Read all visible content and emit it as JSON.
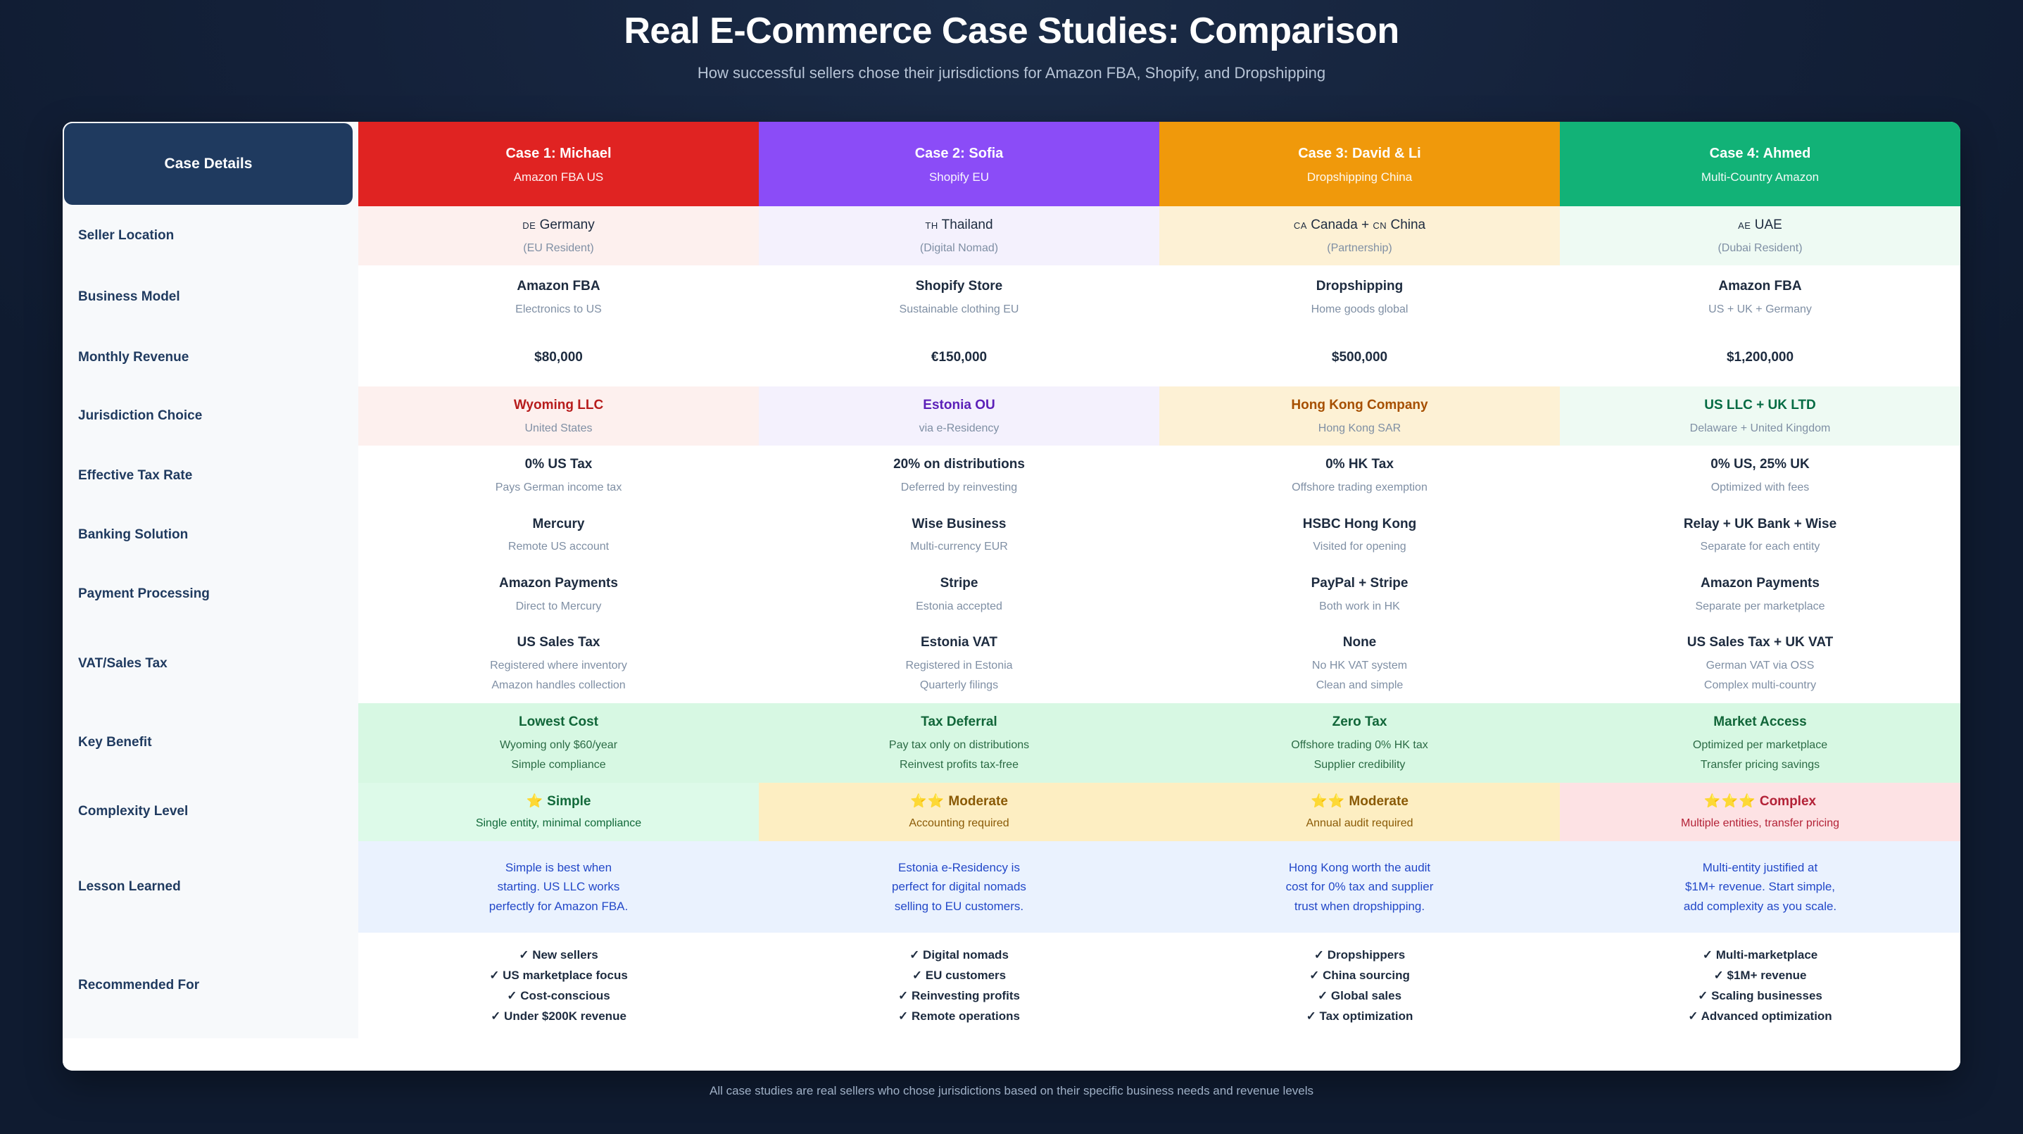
{
  "header": {
    "title": "Real E-Commerce Case Studies: Comparison",
    "subtitle": "How successful sellers chose their jurisdictions for Amazon FBA, Shopify, and Dropshipping"
  },
  "footer": {
    "note": "All case studies are real sellers who chose jurisdictions based on their specific business needs and revenue levels"
  },
  "table": {
    "corner_label": "Case Details",
    "columns": [
      {
        "name": "Case 1: Michael",
        "subtitle": "Amazon FBA US",
        "color": "#e02322"
      },
      {
        "name": "Case 2: Sofia",
        "subtitle": "Shopify EU",
        "color": "#8b4cf7"
      },
      {
        "name": "Case 3: David & Li",
        "subtitle": "Dropshipping China",
        "color": "#f0990b"
      },
      {
        "name": "Case 4: Ahmed",
        "subtitle": "Multi-Country Amazon",
        "color": "#12b277"
      }
    ],
    "tints": [
      "#fdf0ee",
      "#f4f1fd",
      "#fdf1d5",
      "#eefaf3"
    ],
    "rows": [
      {
        "label": "Seller Location",
        "tinted": true,
        "cells": [
          {
            "main": "DE Germany",
            "sub": "(EU Resident)"
          },
          {
            "main": "TH Thailand",
            "sub": "(Digital Nomad)"
          },
          {
            "main": "CA Canada + CN China",
            "sub": "(Partnership)"
          },
          {
            "main": "AE UAE",
            "sub": "(Dubai Resident)"
          }
        ]
      },
      {
        "label": "Business Model",
        "tinted": false,
        "cells": [
          {
            "main": "Amazon FBA",
            "sub": "Electronics to US"
          },
          {
            "main": "Shopify Store",
            "sub": "Sustainable clothing EU"
          },
          {
            "main": "Dropshipping",
            "sub": "Home goods global"
          },
          {
            "main": "Amazon FBA",
            "sub": "US + UK + Germany"
          }
        ]
      },
      {
        "label": "Monthly Revenue",
        "tinted": false,
        "cells": [
          {
            "main": "$80,000",
            "sub": ""
          },
          {
            "main": "€150,000",
            "sub": ""
          },
          {
            "main": "$500,000",
            "sub": ""
          },
          {
            "main": "$1,200,000",
            "sub": ""
          }
        ]
      },
      {
        "label": "Jurisdiction Choice",
        "tinted": true,
        "cells": [
          {
            "main": "Wyoming LLC",
            "sub": "United States",
            "color": "#b71c1c"
          },
          {
            "main": "Estonia OU",
            "sub": "via e-Residency",
            "color": "#5b1fb8"
          },
          {
            "main": "Hong Kong Company",
            "sub": "Hong Kong SAR",
            "color": "#a64f00"
          },
          {
            "main": "US LLC + UK LTD",
            "sub": "Delaware + United Kingdom",
            "color": "#046b43"
          }
        ]
      },
      {
        "label": "Effective Tax Rate",
        "tinted": false,
        "cells": [
          {
            "main": "0% US Tax",
            "sub": "Pays German income tax"
          },
          {
            "main": "20% on distributions",
            "sub": "Deferred by reinvesting"
          },
          {
            "main": "0% HK Tax",
            "sub": "Offshore trading exemption"
          },
          {
            "main": "0% US, 25% UK",
            "sub": "Optimized with fees"
          }
        ]
      },
      {
        "label": "Banking Solution",
        "tinted": false,
        "cells": [
          {
            "main": "Mercury",
            "sub": "Remote US account"
          },
          {
            "main": "Wise Business",
            "sub": "Multi-currency EUR"
          },
          {
            "main": "HSBC Hong Kong",
            "sub": "Visited for opening"
          },
          {
            "main": "Relay + UK Bank + Wise",
            "sub": "Separate for each entity"
          }
        ]
      },
      {
        "label": "Payment Processing",
        "tinted": false,
        "cells": [
          {
            "main": "Amazon Payments",
            "sub": "Direct to Mercury"
          },
          {
            "main": "Stripe",
            "sub": "Estonia accepted"
          },
          {
            "main": "PayPal + Stripe",
            "sub": "Both work in HK"
          },
          {
            "main": "Amazon Payments",
            "sub": "Separate per marketplace"
          }
        ]
      },
      {
        "label": "VAT/Sales Tax",
        "tinted": false,
        "cells": [
          {
            "main": "US Sales Tax",
            "sub": "Registered where inventory",
            "sub2": "Amazon handles collection"
          },
          {
            "main": "Estonia VAT",
            "sub": "Registered in Estonia",
            "sub2": "Quarterly filings"
          },
          {
            "main": "None",
            "sub": "No HK VAT system",
            "sub2": "Clean and simple"
          },
          {
            "main": "US Sales Tax + UK VAT",
            "sub": "German VAT via OSS",
            "sub2": "Complex multi-country"
          }
        ]
      },
      {
        "label": "Key Benefit",
        "kind": "key-benefit",
        "bg": "#d7f8e3",
        "cells": [
          {
            "main": "Lowest Cost",
            "sub": "Wyoming only $60/year",
            "sub2": "Simple compliance"
          },
          {
            "main": "Tax Deferral",
            "sub": "Pay tax only on distributions",
            "sub2": "Reinvest profits tax-free"
          },
          {
            "main": "Zero Tax",
            "sub": "Offshore trading 0% HK tax",
            "sub2": "Supplier credibility"
          },
          {
            "main": "Market Access",
            "sub": "Optimized per marketplace",
            "sub2": "Transfer pricing savings"
          }
        ]
      },
      {
        "label": "Complexity Level",
        "kind": "complexity",
        "cells": [
          {
            "stars": "⭐",
            "main": "Simple",
            "sub": "Single entity, minimal compliance",
            "bg": "#ddfae9",
            "color": "#12693a"
          },
          {
            "stars": "⭐⭐",
            "main": "Moderate",
            "sub": "Accounting required",
            "bg": "#fdeec2",
            "color": "#8a5a06"
          },
          {
            "stars": "⭐⭐",
            "main": "Moderate",
            "sub": "Annual audit required",
            "bg": "#fdeec2",
            "color": "#8a5a06"
          },
          {
            "stars": "⭐⭐⭐",
            "main": "Complex",
            "sub": "Multiple entities, transfer pricing",
            "bg": "#fde2e4",
            "color": "#b32237"
          }
        ]
      },
      {
        "label": "Lesson Learned",
        "kind": "lesson",
        "bg": "#eaf2fe",
        "cells": [
          {
            "lines": [
              "Simple is best when",
              "starting. US LLC works",
              "perfectly for Amazon FBA."
            ]
          },
          {
            "lines": [
              "Estonia e-Residency is",
              "perfect for digital nomads",
              "selling to EU customers."
            ]
          },
          {
            "lines": [
              "Hong Kong worth the audit",
              "cost for 0% tax and supplier",
              "trust when dropshipping."
            ]
          },
          {
            "lines": [
              "Multi-entity justified at",
              "$1M+ revenue. Start simple,",
              "add complexity as you scale."
            ]
          }
        ]
      },
      {
        "label": "Recommended For",
        "kind": "recommended",
        "cells": [
          {
            "lines": [
              "✓ New sellers",
              "✓ US marketplace focus",
              "✓ Cost-conscious",
              "✓ Under $200K revenue"
            ]
          },
          {
            "lines": [
              "✓ Digital nomads",
              "✓ EU customers",
              "✓ Reinvesting profits",
              "✓ Remote operations"
            ]
          },
          {
            "lines": [
              "✓ Dropshippers",
              "✓ China sourcing",
              "✓ Global sales",
              "✓ Tax optimization"
            ]
          },
          {
            "lines": [
              "✓ Multi-marketplace",
              "✓ $1M+ revenue",
              "✓ Scaling businesses",
              "✓ Advanced optimization"
            ]
          }
        ]
      }
    ]
  }
}
